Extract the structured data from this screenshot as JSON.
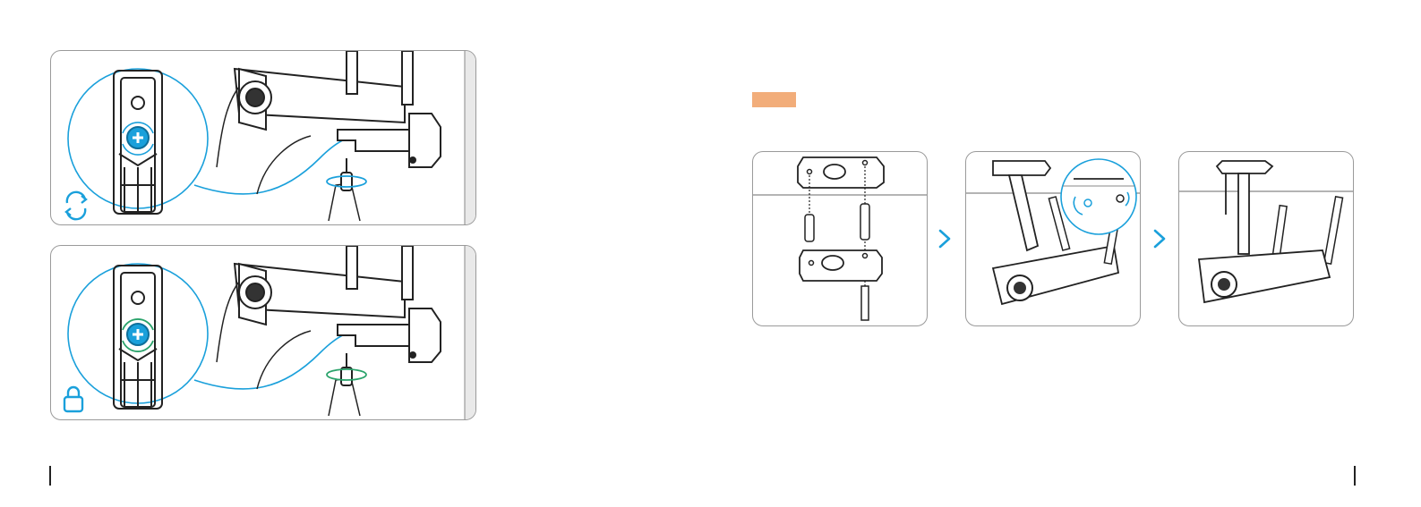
{
  "page": {
    "background": "#ffffff",
    "accent_color": "#1aa0db",
    "lock_icon_color": "#1aa0db",
    "label_bar_color": "#f2ad7a",
    "rotate_arrow_color_top": "#1aa0db",
    "rotate_arrow_color_bottom": "#2aa36b"
  },
  "left_panels": [
    {
      "state": "rotate-loosen",
      "icon": "rotate-arrows-icon"
    },
    {
      "state": "lock-tighten",
      "icon": "lock-icon"
    }
  ],
  "steps": [
    {
      "icon": "mounting-plate-screws"
    },
    {
      "icon": "ceiling-mounted-camera-rotate"
    },
    {
      "icon": "ceiling-mounted-camera-final"
    }
  ],
  "step_separators": [
    "chevron-right-icon",
    "chevron-right-icon"
  ]
}
